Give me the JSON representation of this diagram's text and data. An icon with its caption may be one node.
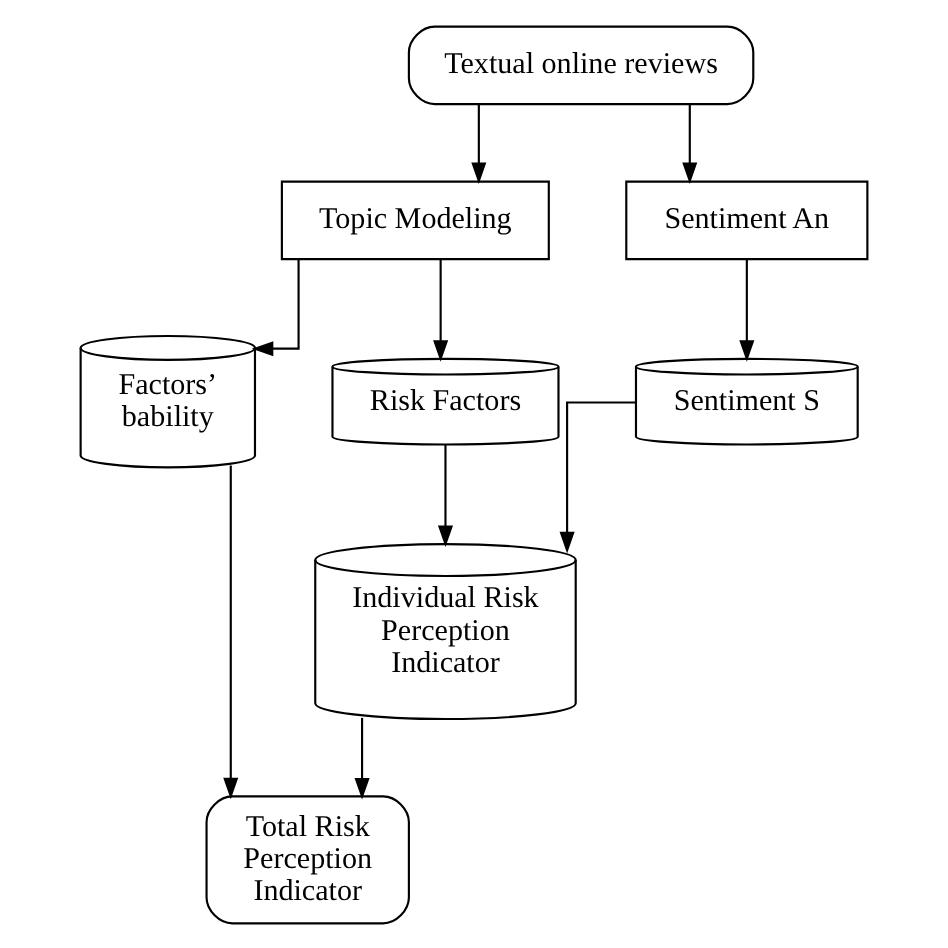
{
  "diagram": {
    "nodes": [
      {
        "text": [
          "Textual online reviews"
        ]
      },
      {
        "text": [
          "Topic Modeling"
        ]
      },
      {
        "text": [
          "Sentiment An"
        ]
      },
      {
        "text": [
          "Factors’ bability"
        ]
      },
      {
        "text": [
          "Risk Factors"
        ]
      },
      {
        "text": [
          "Sentiment S"
        ]
      },
      {
        "text": [
          "Individual Risk Perception Indicator"
        ]
      },
      {
        "text": [
          "Total Risk Perception Indicator"
        ]
      }
    ],
    "edges": [
      {
        "from": 0,
        "to": 1,
        "arrow": "to"
      },
      {
        "from": 0,
        "to": 2,
        "arrow": "to"
      },
      {
        "from": 1,
        "to": 3,
        "arrow": "to"
      },
      {
        "from": 1,
        "to": 4,
        "arrow": "to"
      },
      {
        "from": 2,
        "to": 5,
        "arrow": "to"
      },
      {
        "from": 4,
        "to": 6,
        "arrow": "to"
      },
      {
        "from": 5,
        "to": 6,
        "arrow": "to"
      },
      {
        "from": 3,
        "to": 7,
        "arrow": "to"
      },
      {
        "from": 6,
        "to": 7,
        "arrow": "to"
      }
    ]
  }
}
